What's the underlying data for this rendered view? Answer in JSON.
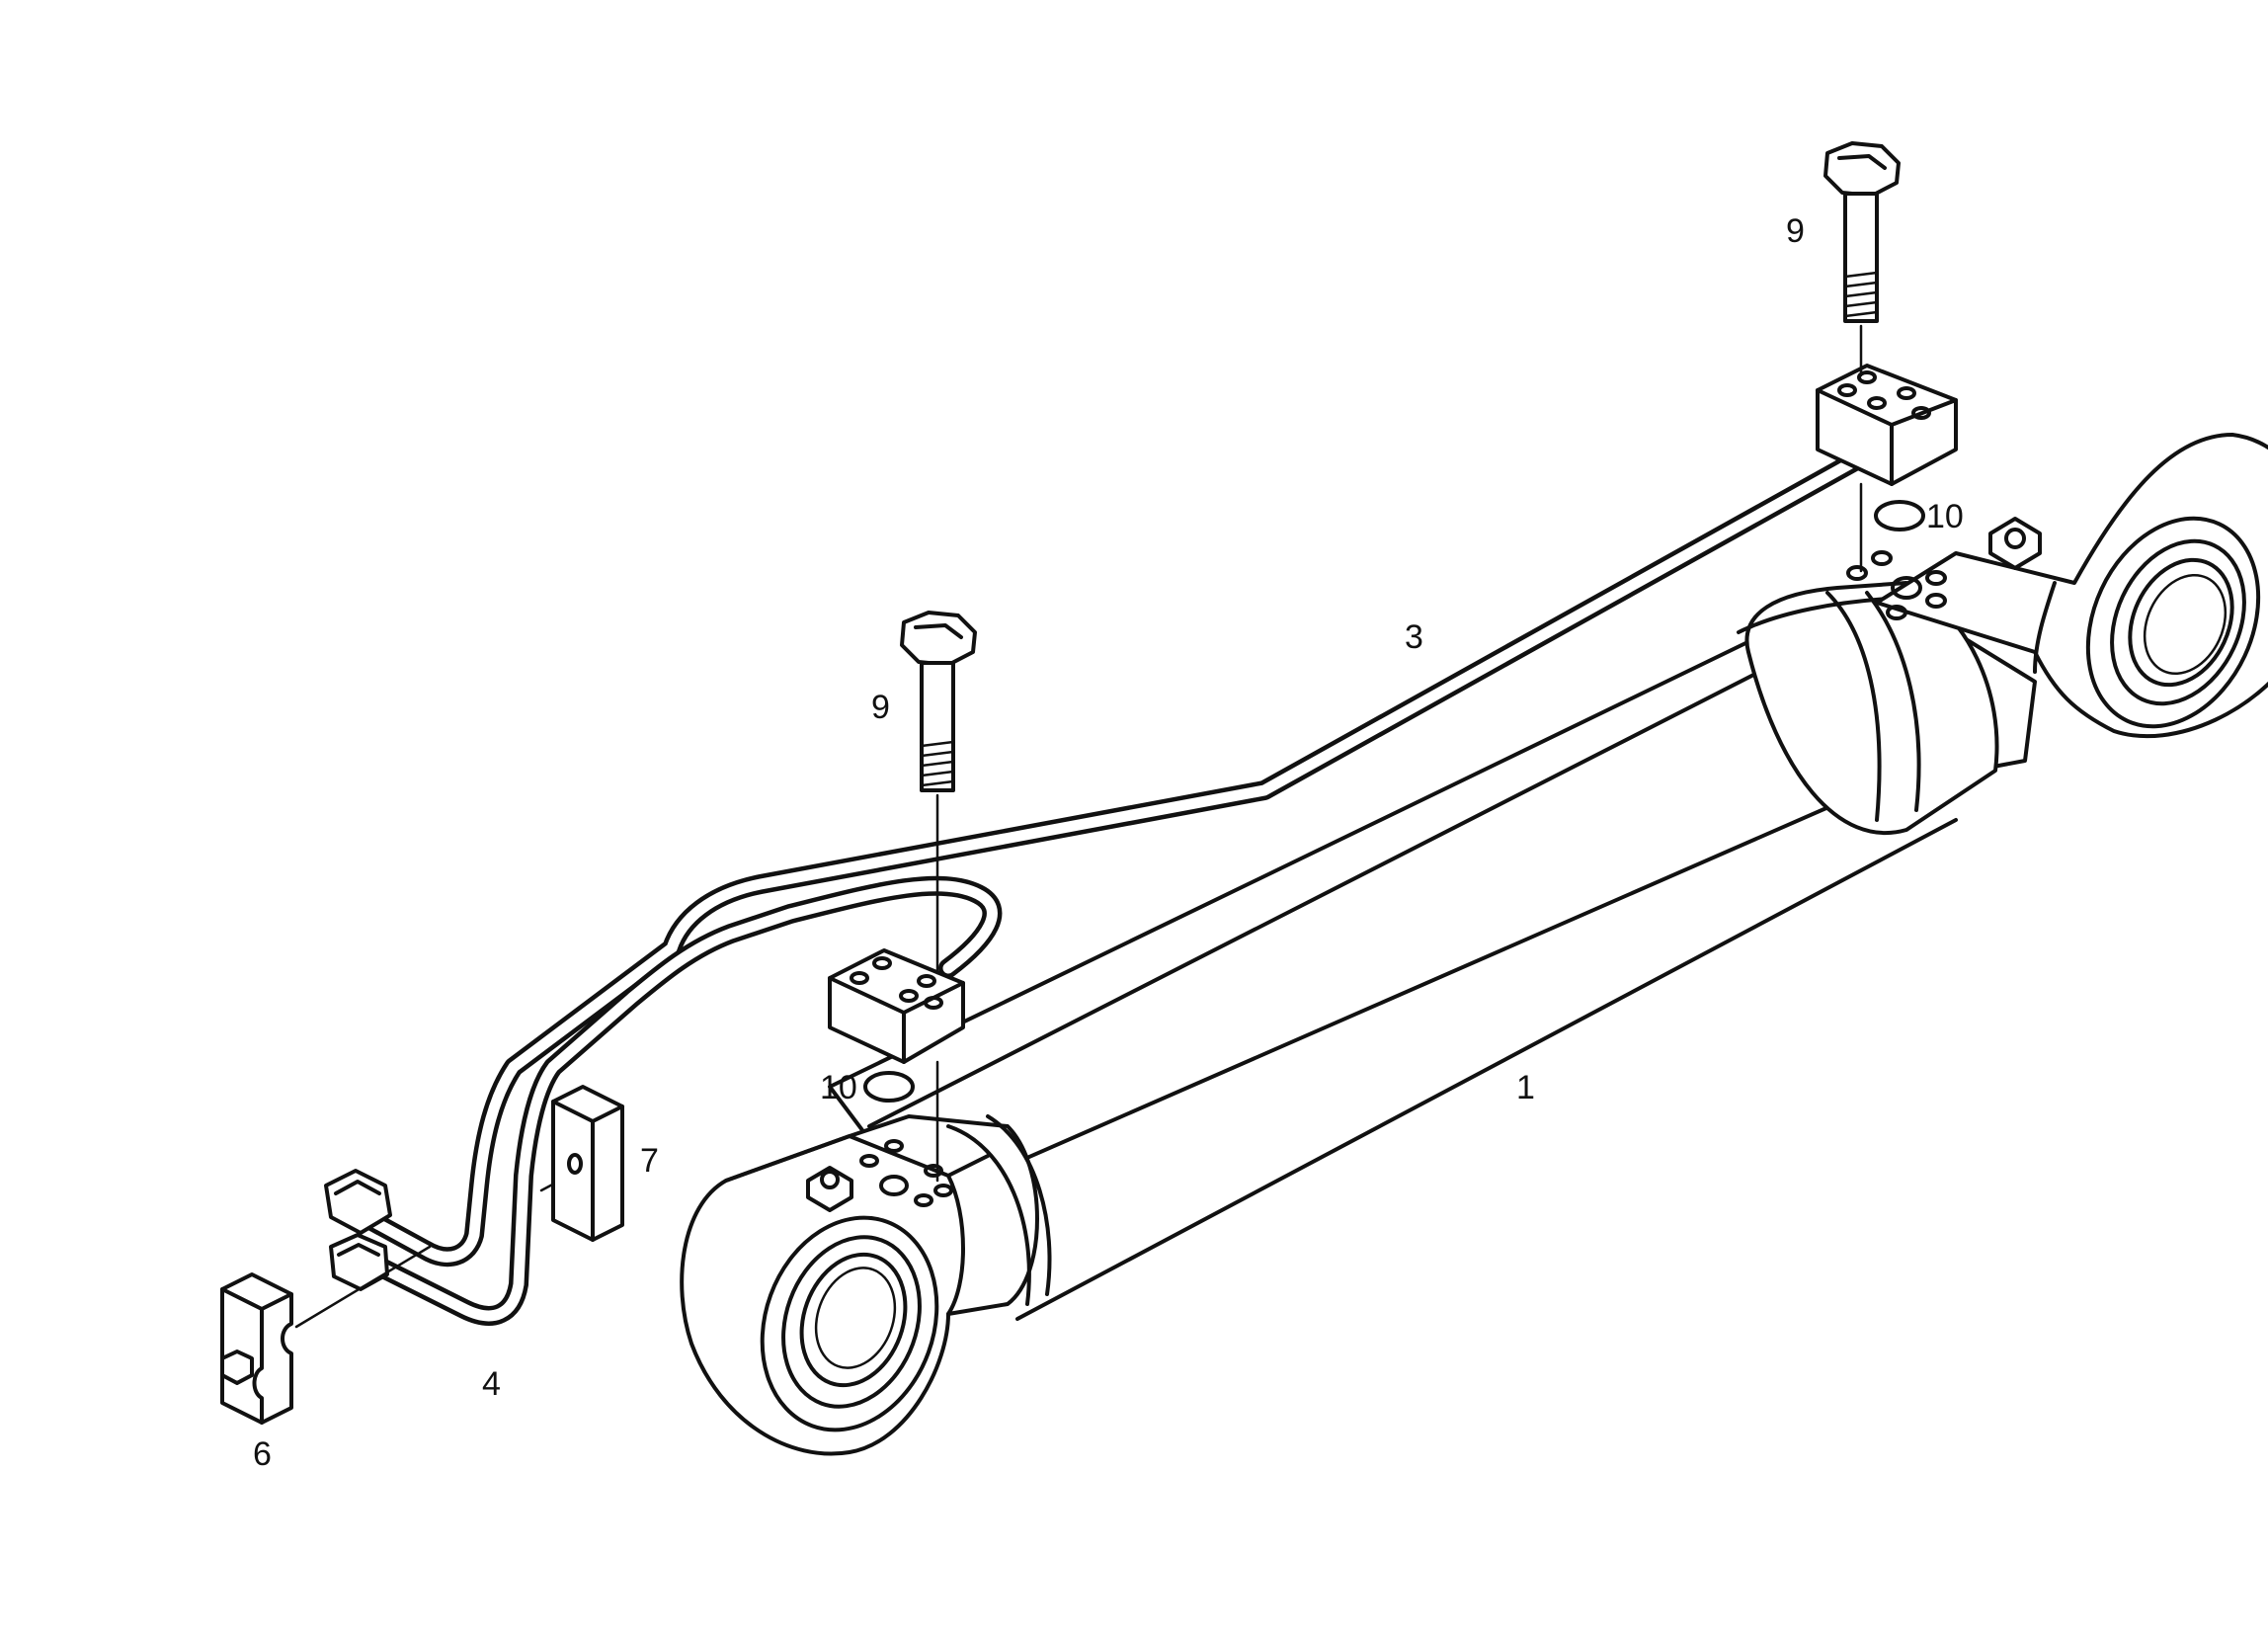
{
  "callouts": {
    "cylinder": "1",
    "pipe_long": "3",
    "pipe_short": "4",
    "clamp": "6",
    "block": "7",
    "bolt_right": "9",
    "bolt_left": "9",
    "oring_right": "10",
    "oring_left": "10"
  }
}
